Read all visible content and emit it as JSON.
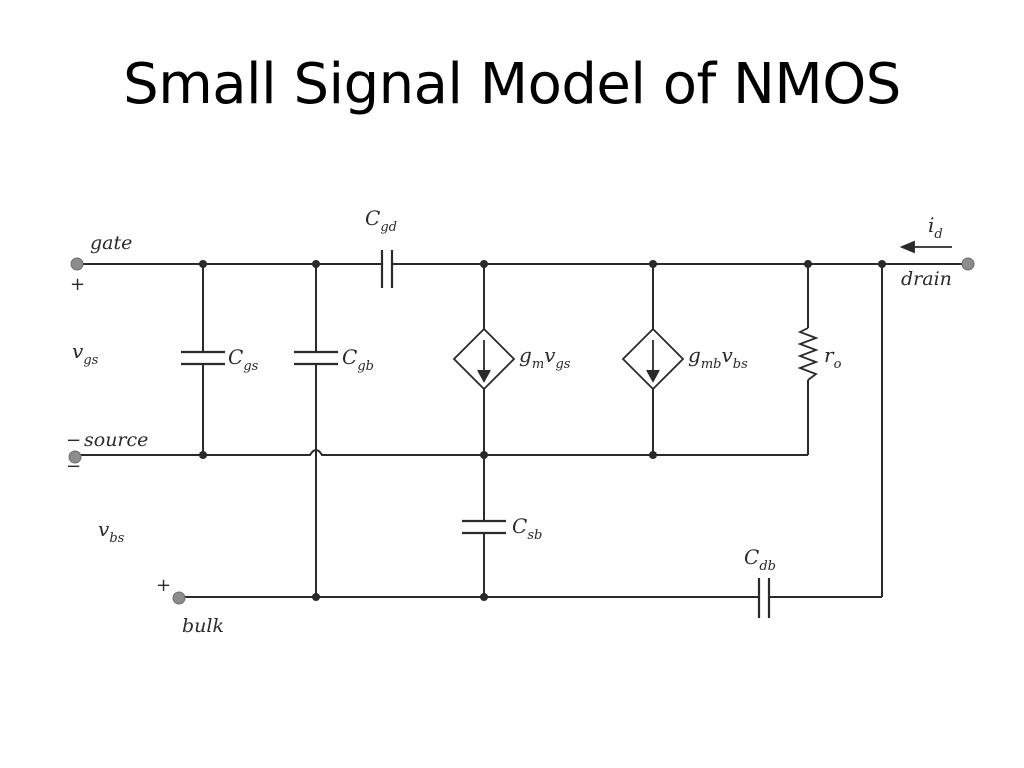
{
  "slide": {
    "title": "Small Signal Model of NMOS"
  },
  "labels": {
    "gate": "gate",
    "drain": "drain",
    "source": "source",
    "bulk": "bulk",
    "plus": "+",
    "minus": "−",
    "C": "C",
    "gd": "gd",
    "gs": "gs",
    "gb": "gb",
    "sb": "sb",
    "db": "db",
    "v": "v",
    "bs": "bs",
    "g": "g",
    "m": "m",
    "mb": "mb",
    "r": "r",
    "o": "o",
    "i": "i",
    "d": "d"
  },
  "colors": {
    "wire": "#2a2a2a",
    "terminal": "#8c8c8c"
  }
}
